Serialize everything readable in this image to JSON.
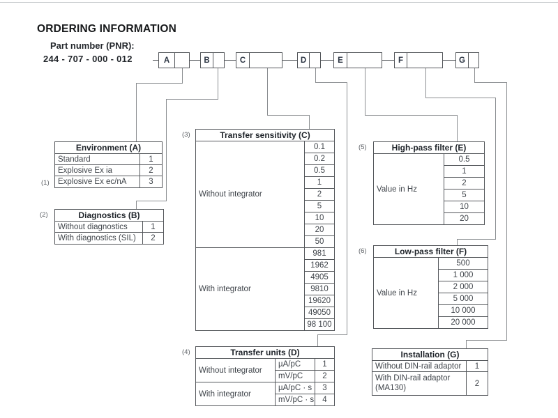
{
  "page": {
    "title": "ORDERING INFORMATION",
    "pnr_label": "Part number (PNR):",
    "pnr_value": "244 - 707 - 000 - 012"
  },
  "boxes": [
    {
      "letter": "A"
    },
    {
      "letter": "B"
    },
    {
      "letter": "C"
    },
    {
      "letter": "D"
    },
    {
      "letter": "E"
    },
    {
      "letter": "F"
    },
    {
      "letter": "G"
    }
  ],
  "tables": {
    "environment": {
      "footnote": "(1)",
      "title": "Environment (A)",
      "rows": [
        {
          "label": "Standard",
          "value": "1"
        },
        {
          "label": "Explosive Ex ia",
          "value": "2"
        },
        {
          "label": "Explosive Ex ec/nA",
          "value": "3"
        }
      ]
    },
    "diagnostics": {
      "footnote": "(2)",
      "title": "Diagnostics (B)",
      "rows": [
        {
          "label": "Without diagnostics",
          "value": "1"
        },
        {
          "label": "With diagnostics (SIL)",
          "value": "2"
        }
      ]
    },
    "sensitivity": {
      "footnote": "(3)",
      "title": "Transfer sensitivity (C)",
      "groups": [
        {
          "label": "Without integrator",
          "values": [
            "0.1",
            "0.2",
            "0.5",
            "1",
            "2",
            "5",
            "10",
            "20",
            "50"
          ]
        },
        {
          "label": "With integrator",
          "values": [
            "981",
            "1962",
            "4905",
            "9810",
            "19620",
            "49050",
            "98 100"
          ]
        }
      ]
    },
    "units": {
      "footnote": "(4)",
      "title": "Transfer units (D)",
      "groups": [
        {
          "label": "Without integrator",
          "rows": [
            {
              "unit": "µA/pC",
              "value": "1"
            },
            {
              "unit": "mV/pC",
              "value": "2"
            }
          ]
        },
        {
          "label": "With integrator",
          "rows": [
            {
              "unit": "µA/pC · s",
              "value": "3"
            },
            {
              "unit": "mV/pC · s",
              "value": "4"
            }
          ]
        }
      ]
    },
    "highpass": {
      "footnote": "(5)",
      "title": "High-pass filter (E)",
      "label": "Value in Hz",
      "values": [
        "0.5",
        "1",
        "2",
        "5",
        "10",
        "20"
      ]
    },
    "lowpass": {
      "footnote": "(6)",
      "title": "Low-pass filter (F)",
      "label": "Value in Hz",
      "values": [
        "500",
        "1 000",
        "2 000",
        "5 000",
        "10 000",
        "20 000"
      ]
    },
    "installation": {
      "title": "Installation (G)",
      "rows": [
        {
          "label": "Without DIN-rail adaptor",
          "value": "1"
        },
        {
          "label": "With DIN-rail adaptor (MA130)",
          "value": "2"
        }
      ]
    }
  }
}
